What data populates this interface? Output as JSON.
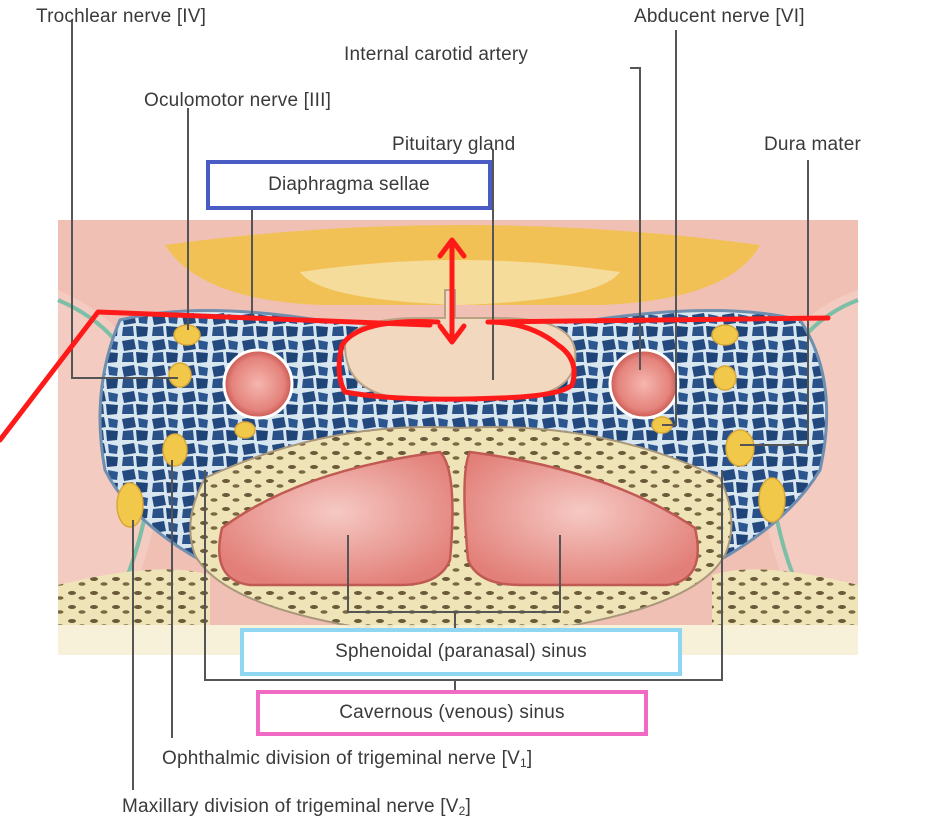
{
  "labels": {
    "trochlear": "Trochlear nerve [IV]",
    "abducent": "Abducent nerve  [VI]",
    "internal_carotid": "Internal carotid artery",
    "oculomotor": "Oculomotor nerve [III]",
    "pituitary": "Pituitary gland",
    "dura": "Dura mater",
    "diaphragma": "Diaphragma sellae",
    "sphenoidal": "Sphenoidal (paranasal) sinus",
    "cavernous": "Cavernous (venous) sinus",
    "ophthalmic_main": "Ophthalmic division of trigeminal nerve [V",
    "ophthalmic_sub": "1",
    "ophthalmic_end": "]",
    "maxillary_main": "Maxillary division of trigeminal nerve [V",
    "maxillary_sub": "2",
    "maxillary_end": "]"
  },
  "colors": {
    "diaphragma_box": "#4a5bc4",
    "sphenoidal_box": "#8fd6f2",
    "cavernous_box": "#f06ac4",
    "annotation_red": "#ff1a1a",
    "leader_line": "#555555",
    "venous_blue": "#2f5a95",
    "nerve_yellow": "#f2c84a",
    "bone_cream": "#f2e9c4",
    "sinus_pink": "#e8908c",
    "pituitary_tan": "#f1d8bf",
    "dura_pink": "#f0bcb0"
  }
}
